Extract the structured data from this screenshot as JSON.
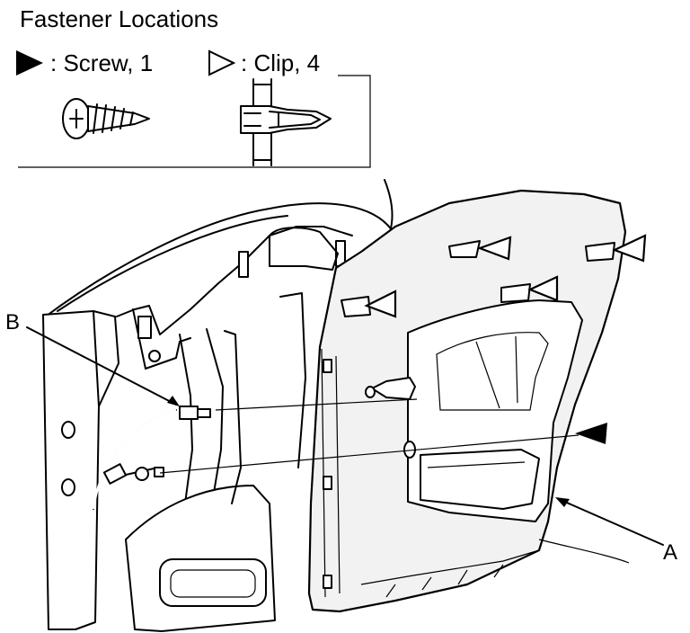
{
  "title": "Fastener Locations",
  "legend": {
    "screw": {
      "label": ": Screw, 1",
      "icon": "filled-triangle-icon"
    },
    "clip": {
      "label": ": Clip, 4",
      "icon": "outline-triangle-icon"
    }
  },
  "callouts": {
    "a": "A",
    "b": "B"
  },
  "colors": {
    "ink": "#000000",
    "panel_fill": "#f2f2f2",
    "background": "#ffffff"
  }
}
